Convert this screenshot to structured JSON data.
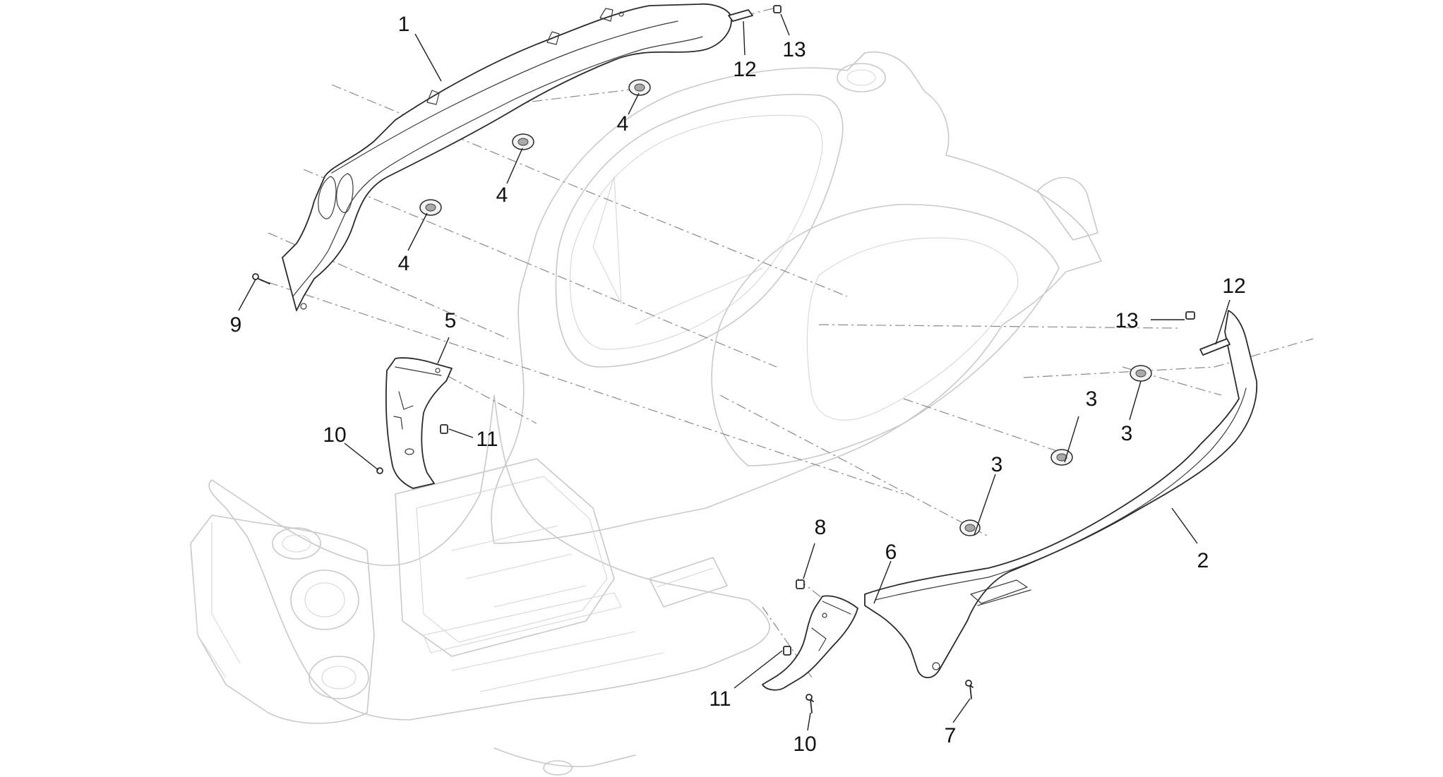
{
  "diagram": {
    "type": "exploded-parts-view",
    "line_color": "#2a2a2a",
    "ghost_color": "#c9c9c9",
    "callouts": [
      {
        "id": "c1",
        "label": "1"
      },
      {
        "id": "c2",
        "label": "2"
      },
      {
        "id": "c3a",
        "label": "3"
      },
      {
        "id": "c3b",
        "label": "3"
      },
      {
        "id": "c3c",
        "label": "3"
      },
      {
        "id": "c4a",
        "label": "4"
      },
      {
        "id": "c4b",
        "label": "4"
      },
      {
        "id": "c4c",
        "label": "4"
      },
      {
        "id": "c5",
        "label": "5"
      },
      {
        "id": "c6",
        "label": "6"
      },
      {
        "id": "c7",
        "label": "7"
      },
      {
        "id": "c8",
        "label": "8"
      },
      {
        "id": "c9",
        "label": "9"
      },
      {
        "id": "c10a",
        "label": "10"
      },
      {
        "id": "c10b",
        "label": "10"
      },
      {
        "id": "c11a",
        "label": "11"
      },
      {
        "id": "c11b",
        "label": "11"
      },
      {
        "id": "c12a",
        "label": "12"
      },
      {
        "id": "c12b",
        "label": "12"
      },
      {
        "id": "c13a",
        "label": "13"
      },
      {
        "id": "c13b",
        "label": "13"
      }
    ]
  }
}
